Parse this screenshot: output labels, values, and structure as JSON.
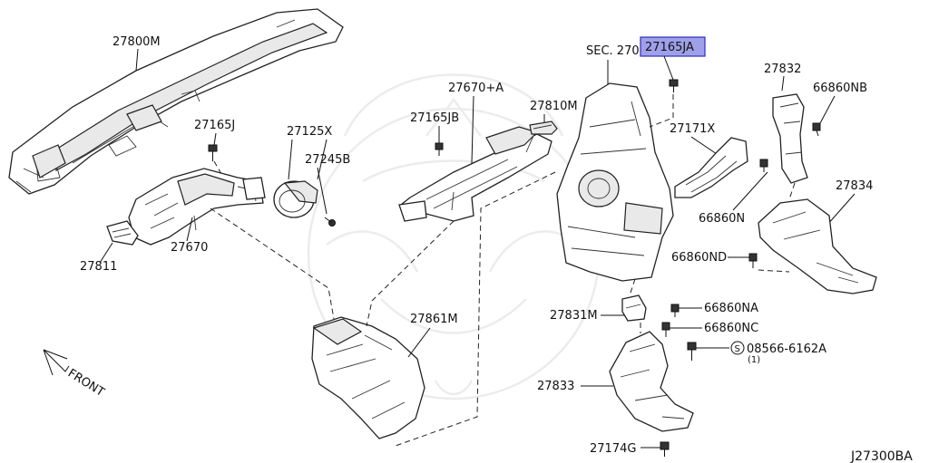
{
  "diagram_code": "J27300BA",
  "front_label": "FRONT",
  "highlight_color": "#9fa0ea",
  "callouts": {
    "c27800M": "27800M",
    "c27165J": "27165J",
    "c27125X": "27125X",
    "c27245B": "27245B",
    "c27670": "27670",
    "c27811": "27811",
    "c27670A": "27670+A",
    "c27165JB": "27165JB",
    "c27810M": "27810M",
    "sec270": "SEC. 270",
    "c27165JA": "27165JA",
    "c27832": "27832",
    "c66860NB": "66860NB",
    "c27171X": "27171X",
    "c66860N": "66860N",
    "c27834": "27834",
    "c66860ND": "66860ND",
    "c66860NA": "66860NA",
    "c27831M": "27831M",
    "c66860NC": "66860NC",
    "c08566": "08566-6162A",
    "c08566_qty": "(1)",
    "c08566_prefix": "S",
    "c27861M": "27861M",
    "c27833": "27833",
    "c27174G": "27174G"
  }
}
